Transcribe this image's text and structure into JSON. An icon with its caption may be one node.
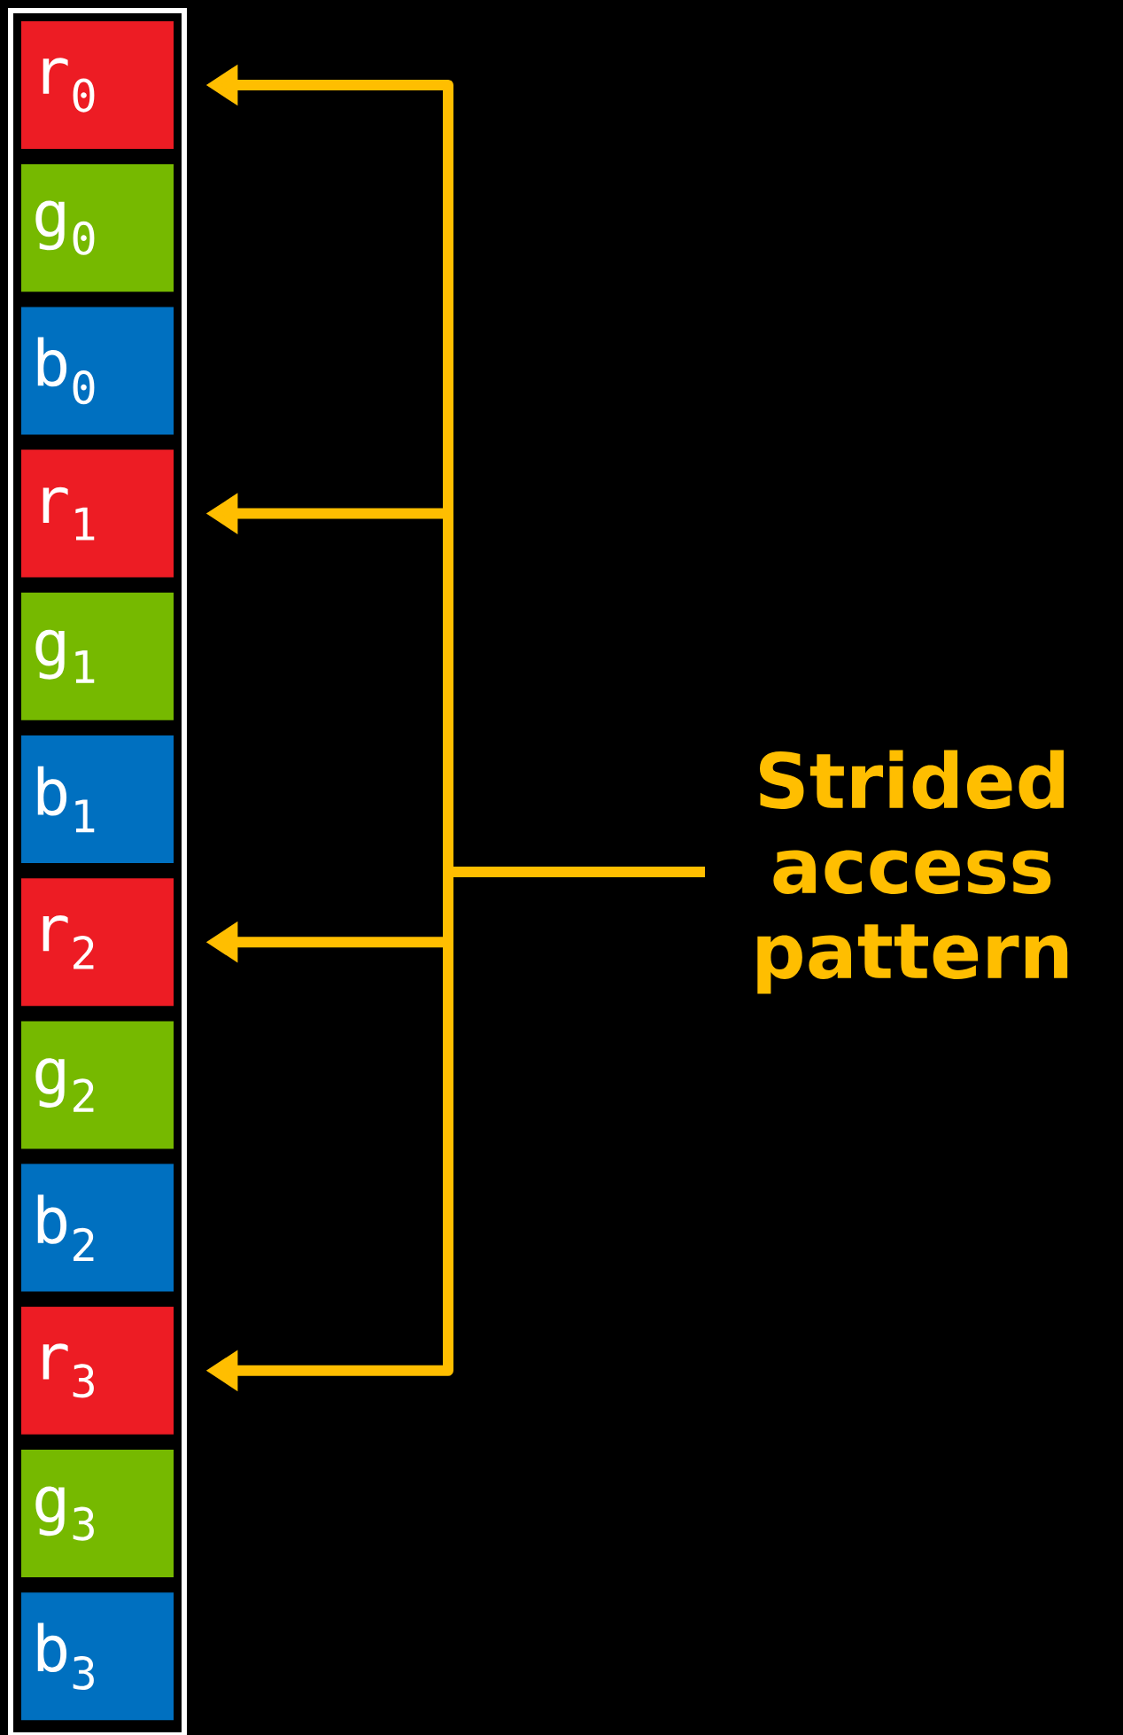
{
  "diagram": {
    "nodes": [
      {
        "text": [
          "r$_{0}$"
        ]
      },
      {
        "text": [
          "g$_{0}$"
        ]
      },
      {
        "text": [
          "b$_{0}$"
        ]
      },
      {
        "text": [
          "r$_{1}$"
        ]
      },
      {
        "text": [
          "g$_{1}$"
        ]
      },
      {
        "text": [
          "b$_{1}$"
        ]
      },
      {
        "text": [
          "r$_{2}$"
        ]
      },
      {
        "text": [
          "g$_{2}$"
        ]
      },
      {
        "text": [
          "b$_{2}$"
        ]
      },
      {
        "text": [
          "r$_{3}$"
        ]
      },
      {
        "text": [
          "g$_{3}$"
        ]
      },
      {
        "text": [
          "b$_{3}$"
        ]
      },
      {
        "text": [
          "Strided access pattern"
        ]
      }
    ],
    "edges": [
      {
        "from": 12,
        "to": 0,
        "arrow": "to"
      },
      {
        "from": 12,
        "to": 3,
        "arrow": "to"
      },
      {
        "from": 12,
        "to": 6,
        "arrow": "to"
      },
      {
        "from": 12,
        "to": 9,
        "arrow": "to"
      }
    ]
  }
}
